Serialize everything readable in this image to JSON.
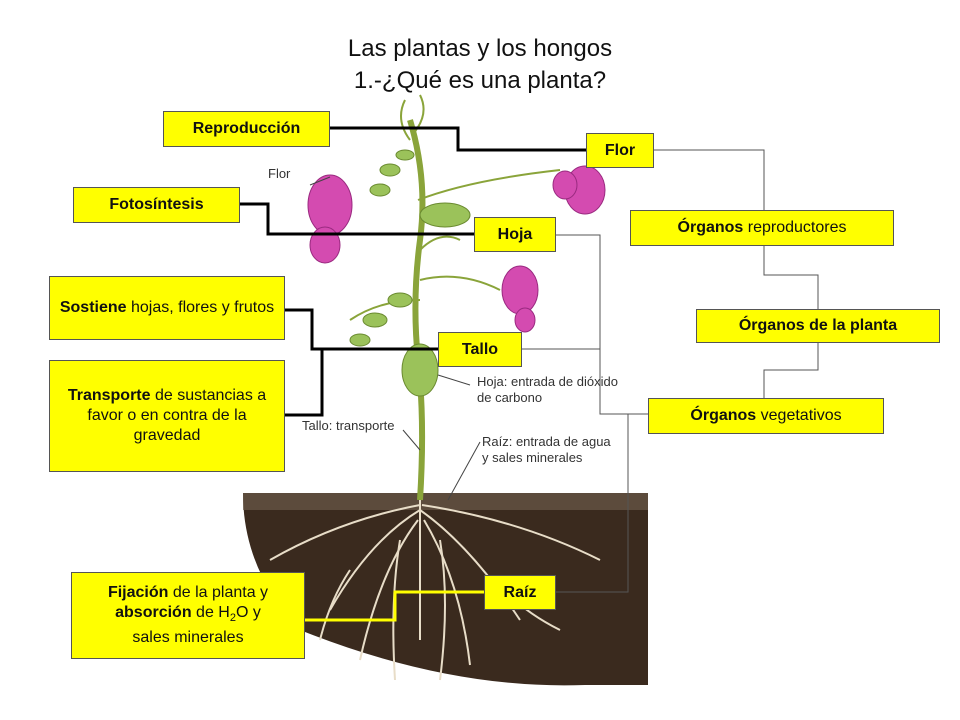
{
  "title": {
    "line1": "Las plantas y los hongos",
    "line2": "1.-¿Qué es una planta?"
  },
  "labels": {
    "reproduccion": "Reproducción",
    "fotosintesis": "Fotosíntesis",
    "sostiene_bold": "Sostiene",
    "sostiene_rest": " hojas, flores y frutos",
    "transporte_bold": "Transporte",
    "transporte_rest": " de sustancias a favor o en contra de la gravedad",
    "fijacion_bold": "Fijación",
    "fijacion_rest1": " de la planta y",
    "absorcion_bold": "absorción",
    "absorcion_rest": " de H",
    "h2o_sub": "2",
    "h2o_rest": "O y",
    "sales": "sales minerales",
    "flor": "Flor",
    "hoja": "Hoja",
    "tallo": "Tallo",
    "raiz": "Raíz",
    "organos_reproductores_bold": "Órganos",
    "organos_reproductores_rest": " reproductores",
    "organos_planta": "Órganos de la planta",
    "organos_vegetativos_bold": "Órganos",
    "organos_vegetativos_rest": " vegetativos"
  },
  "illustration": {
    "flor": "Flor",
    "hoja_1": "Hoja: entrada de dióxido",
    "hoja_2": "de carbono",
    "tallo": "Tallo: transporte",
    "raiz_1": "Raíz: entrada de agua",
    "raiz_2": "y sales minerales"
  },
  "colors": {
    "box_fill": "#ffff00",
    "connector_dark": "#000000",
    "connector_yellow": "#ffff00",
    "flower": "#d44bb0",
    "leaf": "#9bc25a",
    "soil": "#3a2a1e"
  }
}
